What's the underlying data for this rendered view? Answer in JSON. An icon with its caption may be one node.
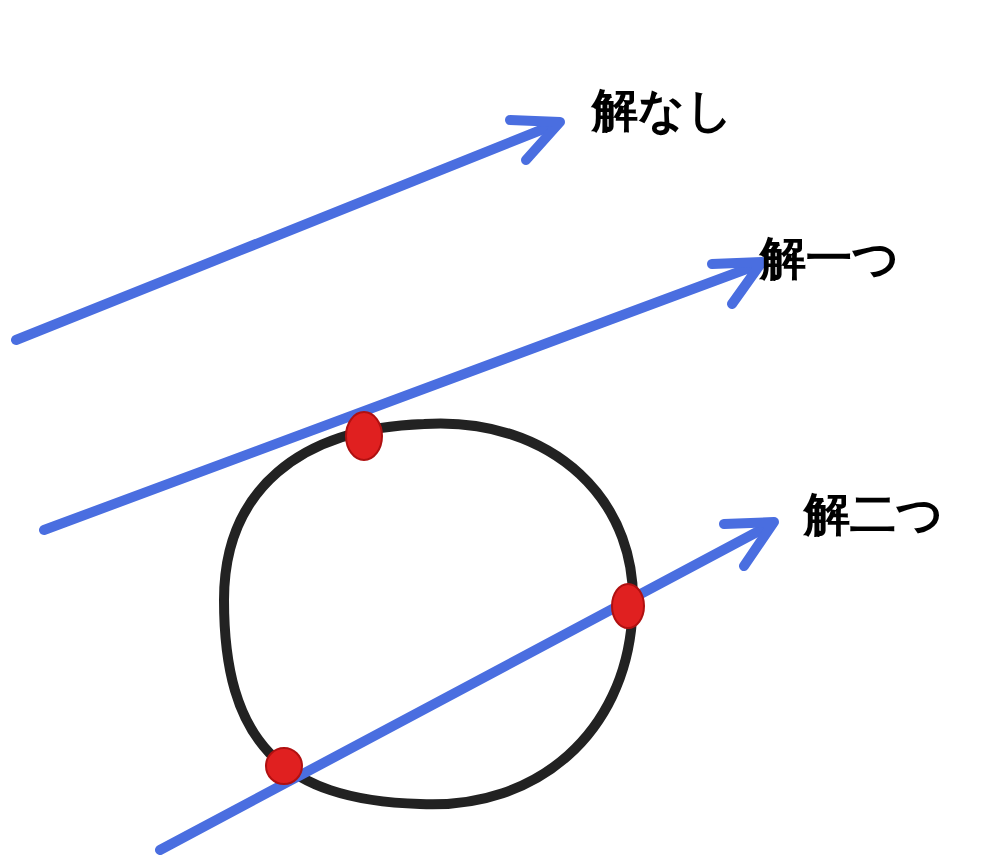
{
  "diagram": {
    "labels": [
      "解なし",
      "解一つ",
      "解二つ"
    ]
  }
}
